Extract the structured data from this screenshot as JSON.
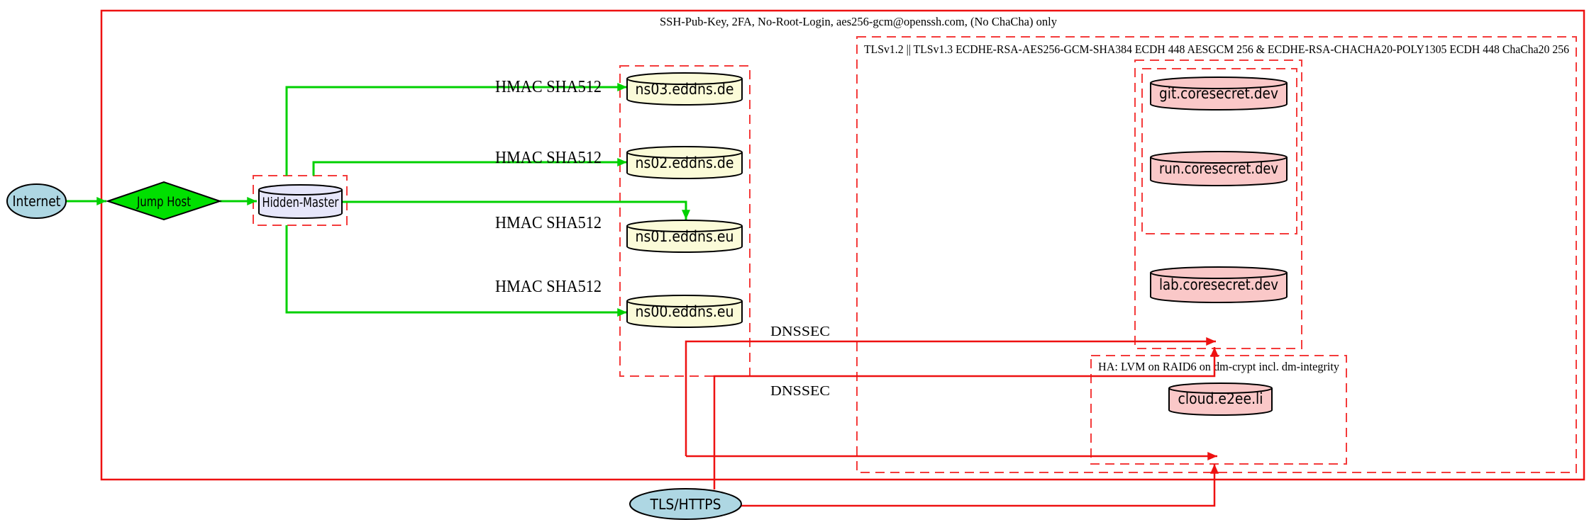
{
  "diagram": {
    "clusters": {
      "ssh": {
        "label": "SSH-Pub-Key, 2FA, No-Root-Login, aes256-gcm@openssh.com, (No ChaCha) only"
      },
      "tls": {
        "label": "TLSv1.2 || TLSv1.3 ECDHE-RSA-AES256-GCM-SHA384 ECDH 448 AESGCM 256 & ECDHE-RSA-CHACHA20-POLY1305 ECDH 448 ChaCha20 256"
      },
      "ha": {
        "label": "HA: LVM on RAID6 on dm-crypt incl. dm-integrity"
      }
    },
    "nodes": {
      "internet": {
        "label": "Internet",
        "shape": "ellipse",
        "fill": "#aed7e3"
      },
      "jump_host": {
        "label": "Jump Host",
        "shape": "diamond",
        "fill": "#00e000"
      },
      "hidden_master": {
        "label": "Hidden-Master",
        "shape": "cylinder",
        "fill": "#e6e6fa"
      },
      "ns03": {
        "label": "ns03.eddns.de",
        "shape": "cylinder",
        "fill": "#fbfbd8"
      },
      "ns02": {
        "label": "ns02.eddns.de",
        "shape": "cylinder",
        "fill": "#fbfbd8"
      },
      "ns01": {
        "label": "ns01.eddns.eu",
        "shape": "cylinder",
        "fill": "#fbfbd8"
      },
      "ns00": {
        "label": "ns00.eddns.eu",
        "shape": "cylinder",
        "fill": "#fbfbd8"
      },
      "git": {
        "label": "git.coresecret.dev",
        "shape": "cylinder",
        "fill": "#fac8c8"
      },
      "run": {
        "label": "run.coresecret.dev",
        "shape": "cylinder",
        "fill": "#fac8c8"
      },
      "lab": {
        "label": "lab.coresecret.dev",
        "shape": "cylinder",
        "fill": "#fac8c8"
      },
      "cloud": {
        "label": "cloud.e2ee.li",
        "shape": "cylinder",
        "fill": "#fac8c8"
      },
      "tls_https": {
        "label": "TLS/HTTPS",
        "shape": "ellipse",
        "fill": "#aed7e3"
      }
    },
    "edges": {
      "hmac_labels": [
        "HMAC SHA512",
        "HMAC SHA512",
        "HMAC SHA512",
        "HMAC SHA512"
      ],
      "dnssec_labels": [
        "DNSSEC",
        "DNSSEC"
      ]
    },
    "colors": {
      "edge_green": "#00d000",
      "edge_red": "#ee1111",
      "box_red_dashed": "#f43b3b",
      "node_blue": "#aed7e3",
      "node_green": "#00e000",
      "node_lavender": "#e6e6fa",
      "node_yellow": "#fbfbd8",
      "node_pink": "#fac8c8"
    }
  }
}
